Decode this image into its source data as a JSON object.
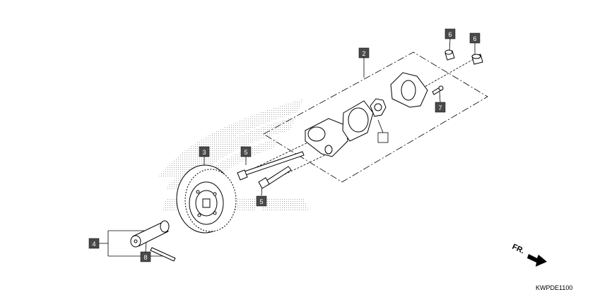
{
  "diagram": {
    "code": "KWPDE1100",
    "direction_label": "FR.",
    "callouts": {
      "oil_pump_assembly": "2",
      "driven_gear": "3",
      "shaft_group": "4",
      "bolt_long": "5",
      "bolt_short": "5",
      "dowel_pin_a": "6",
      "dowel_pin_b": "6",
      "screw": "7",
      "pin": "8",
      "rotor_set": ""
    },
    "colors": {
      "line": "#000000",
      "tag_fill": "#4a4a4a",
      "background": "#ffffff",
      "watermark": "#bdbdbd"
    }
  }
}
